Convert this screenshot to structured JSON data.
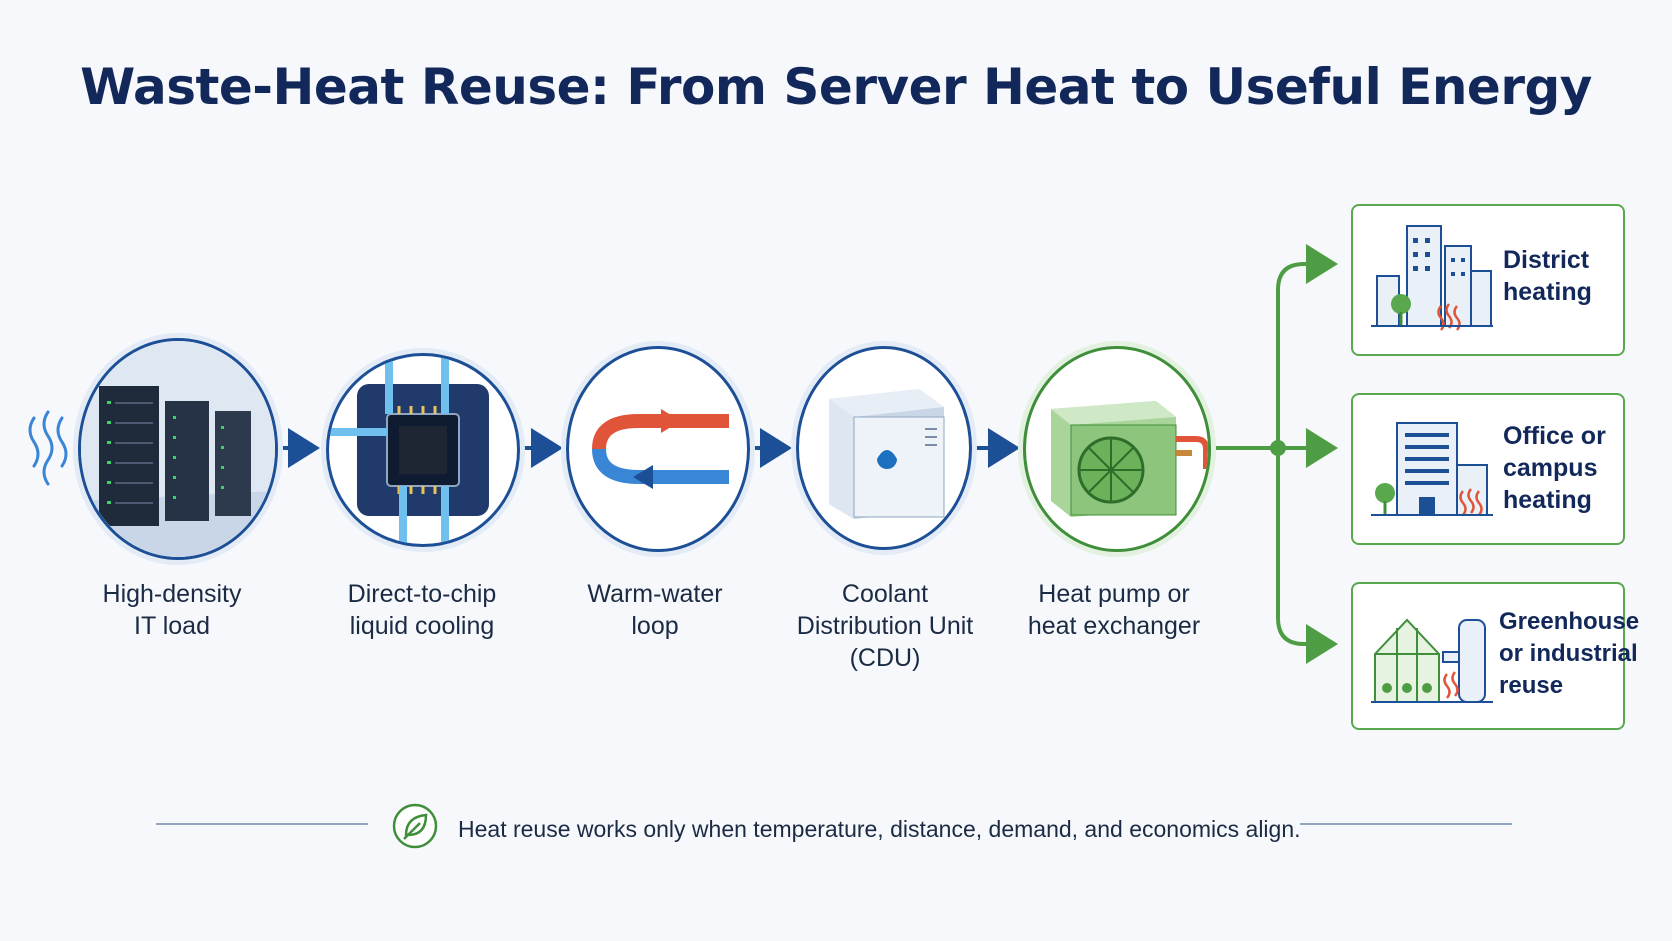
{
  "title": "Waste-Heat Reuse: From Server Heat to Useful Energy",
  "steps": [
    {
      "lines": [
        "High-density",
        "IT load"
      ],
      "icon": "server-rack-icon"
    },
    {
      "lines": [
        "Direct-to-chip",
        "liquid cooling"
      ],
      "icon": "chip-cold-plate-icon"
    },
    {
      "lines": [
        "Warm-water",
        "loop"
      ],
      "icon": "water-loop-icon"
    },
    {
      "lines": [
        "Coolant",
        "Distribution Unit",
        "(CDU)"
      ],
      "icon": "cdu-cabinet-icon"
    },
    {
      "lines": [
        "Heat pump or",
        "heat exchanger"
      ],
      "icon": "heat-pump-icon"
    }
  ],
  "destinations": [
    {
      "lines": [
        "District",
        "heating"
      ],
      "icon": "city-buildings-icon"
    },
    {
      "lines": [
        "Office or",
        "campus",
        "heating"
      ],
      "icon": "office-building-icon"
    },
    {
      "lines": [
        "Greenhouse",
        "or industrial",
        "reuse"
      ],
      "icon": "greenhouse-icon"
    }
  ],
  "footer": {
    "text": "Heat reuse works only when temperature, distance, demand, and economics align.",
    "icon": "leaf-icon"
  },
  "colors": {
    "primary_blue": "#1d4f96",
    "dark_navy": "#13285a",
    "green": "#5aa84e",
    "hot_red": "#e0553a",
    "cool_blue": "#3a86d6"
  }
}
